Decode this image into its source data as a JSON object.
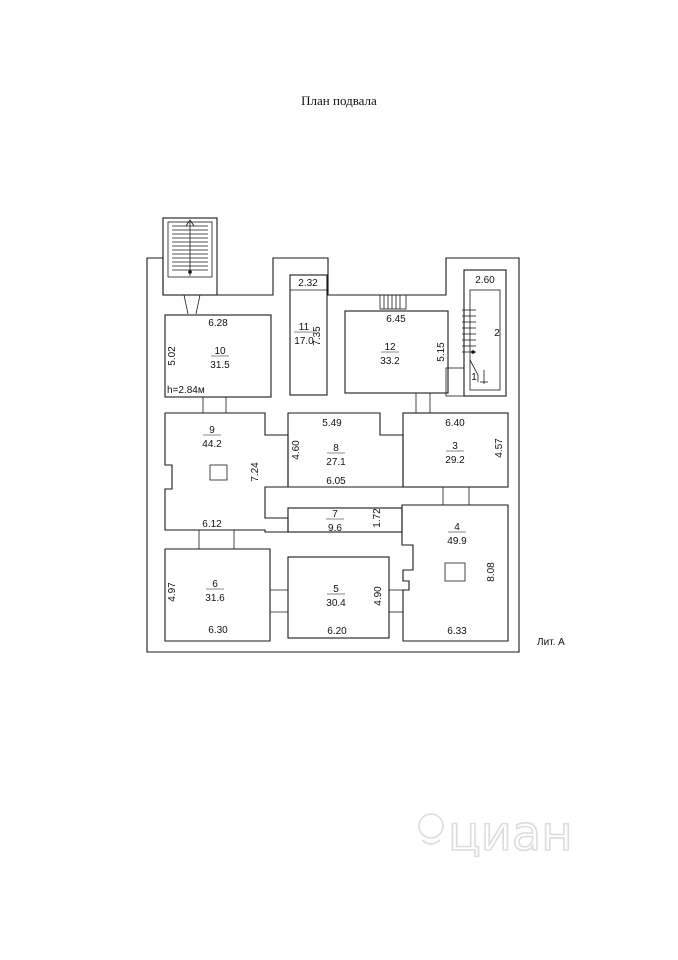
{
  "title": "План подвала",
  "liter": "Лит. А",
  "height_note": "h=2.84м",
  "watermark": "циан",
  "rooms": [
    {
      "id": "r10",
      "num": "10",
      "area": "31.5"
    },
    {
      "id": "r11",
      "num": "11",
      "area": "17.0"
    },
    {
      "id": "r12",
      "num": "12",
      "area": "33.2"
    },
    {
      "id": "r9",
      "num": "9",
      "area": "44.2"
    },
    {
      "id": "r8",
      "num": "8",
      "area": "27.1"
    },
    {
      "id": "r3",
      "num": "3",
      "area": "29.2"
    },
    {
      "id": "r7",
      "num": "7",
      "area": "9.6"
    },
    {
      "id": "r4",
      "num": "4",
      "area": "49.9"
    },
    {
      "id": "r6",
      "num": "6",
      "area": "31.6"
    },
    {
      "id": "r5",
      "num": "5",
      "area": "30.4"
    }
  ],
  "stair_rooms": {
    "r2": "2",
    "r1": "1"
  },
  "dimensions": {
    "d628": "6.28",
    "d502": "5.02",
    "d232": "2.32",
    "d735": "7.35",
    "d645": "6.45",
    "d515": "5.15",
    "d260": "2.60",
    "d549": "5.49",
    "d460": "4.60",
    "d605": "6.05",
    "d640": "6.40",
    "d457": "4.57",
    "d724": "7.24",
    "d612": "6.12",
    "d172": "1.72",
    "d808": "8.08",
    "d497": "4.97",
    "d630": "6.30",
    "d490": "4.90",
    "d620": "6.20",
    "d633": "6.33"
  }
}
